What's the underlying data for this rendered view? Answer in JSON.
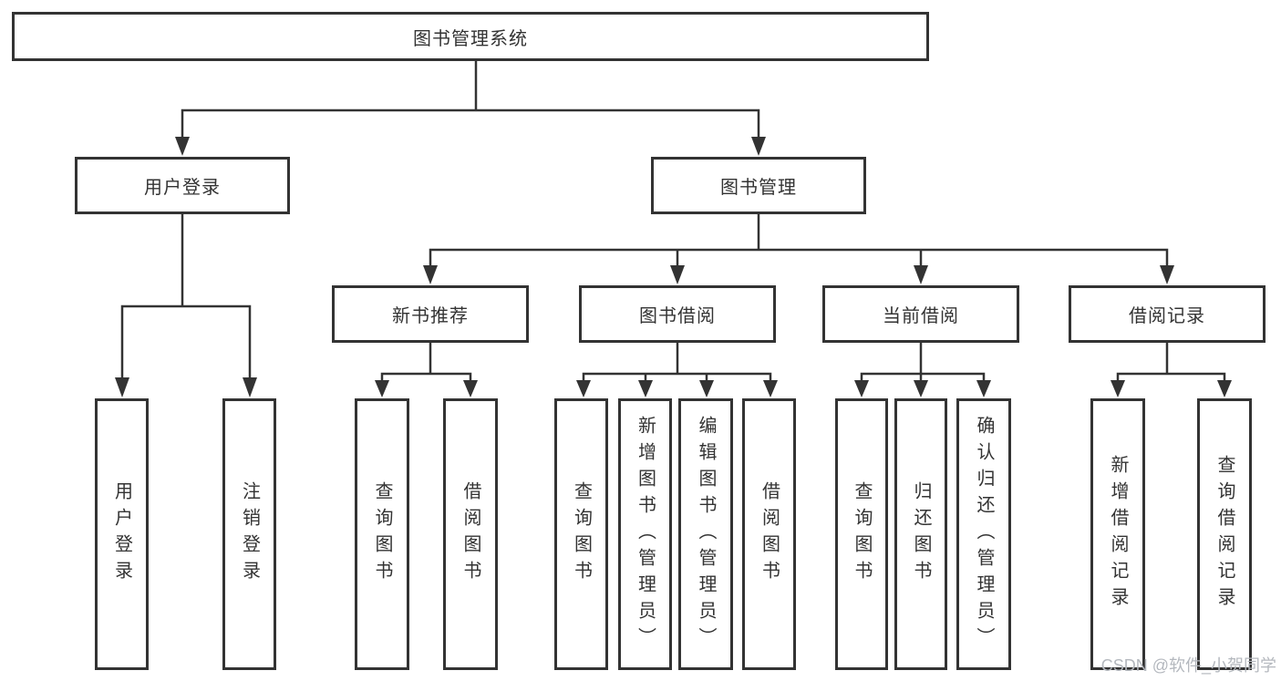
{
  "title": "图书管理系统",
  "nodes": {
    "root": "图书管理系统",
    "l2": [
      "用户登录",
      "图书管理"
    ],
    "l3": [
      "新书推荐",
      "图书借阅",
      "当前借阅",
      "借阅记录"
    ],
    "l4": [
      "用户登录",
      "注销登录",
      "查询图书",
      "借阅图书",
      "查询图书",
      "新增图书（管理员）",
      "编辑图书（管理员）",
      "借阅图书",
      "查询图书",
      "归还图书",
      "确认归还（管理员）",
      "新增借阅记录",
      "查询借阅记录"
    ]
  },
  "hierarchy": {
    "图书管理系统": {
      "用户登录": [
        "用户登录",
        "注销登录"
      ],
      "图书管理": {
        "新书推荐": [
          "查询图书",
          "借阅图书"
        ],
        "图书借阅": [
          "查询图书",
          "新增图书（管理员）",
          "编辑图书（管理员）",
          "借阅图书"
        ],
        "当前借阅": [
          "查询图书",
          "归还图书",
          "确认归还（管理员）"
        ],
        "借阅记录": [
          "新增借阅记录",
          "查询借阅记录"
        ]
      }
    }
  },
  "watermark": "CSDN @软件_小贺同学",
  "colors": {
    "line": "#333333",
    "border": "#333333",
    "text": "#333333",
    "watermark": "#b4b8be",
    "background": "#ffffff"
  }
}
